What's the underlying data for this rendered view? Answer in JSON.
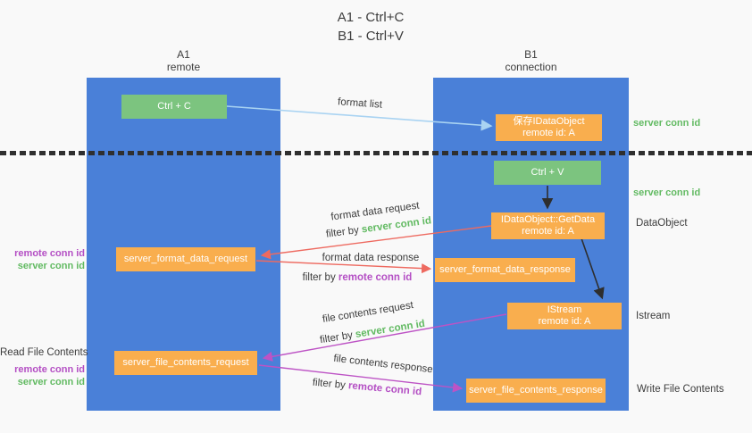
{
  "title": {
    "line1": "A1 - Ctrl+C",
    "line2": "B1 - Ctrl+V"
  },
  "lanes": {
    "left": {
      "title": "A1",
      "subtitle": "remote"
    },
    "right": {
      "title": "B1",
      "subtitle": "connection"
    }
  },
  "boxes": {
    "ctrl_c": {
      "label": "Ctrl + C"
    },
    "ctrl_v": {
      "label": "Ctrl + V"
    },
    "save_dataobject": {
      "line1": "保存IDataObject",
      "line2": "remote id: A"
    },
    "getdata": {
      "line1": "IDataObject::GetData",
      "line2": "remote id: A"
    },
    "istream": {
      "line1": "IStream",
      "line2": "remote id: A"
    },
    "format_request": {
      "label": "server_format_data_request"
    },
    "format_response": {
      "label": "server_format_data_response"
    },
    "file_request": {
      "label": "server_file_contents_request"
    },
    "file_response": {
      "label": "server_file_contents_response"
    }
  },
  "arrow_labels": {
    "format_list": "format list",
    "format_data_request": "format data request",
    "format_request_filter": {
      "prefix": "filter by ",
      "keyword": "server conn id"
    },
    "format_data_response": "format data response",
    "format_response_filter": {
      "prefix": "filter by ",
      "keyword": "remote conn id"
    },
    "file_contents_request": "file contents request",
    "file_request_filter": {
      "prefix": "filter by ",
      "keyword": "server conn id"
    },
    "file_contents_response": "file contents response",
    "file_response_filter": {
      "prefix": "filter by ",
      "keyword": "remote conn id"
    }
  },
  "side_labels": {
    "right": {
      "server_conn_id_top": "server conn id",
      "server_conn_id_mid": "server conn id",
      "dataobject": "DataObject",
      "istream": "Istream",
      "write_file_contents": "Write File Contents"
    },
    "left": {
      "remote_conn_id_1": "remote conn id",
      "server_conn_id_1": "server conn id",
      "read_file_contents": "Read File Contents",
      "remote_conn_id_2": "remote conn id",
      "server_conn_id_2": "server conn id"
    }
  },
  "colors": {
    "lane_blue": "#4a80d8",
    "box_orange": "#f9ae4e",
    "box_green": "#7cc47f",
    "text_green": "#62ba62",
    "text_purple": "#b44fc4",
    "arrow_red": "#ee6a60",
    "arrow_magenta": "#bd53c5",
    "arrow_lightblue": "#a9d3f2",
    "arrow_black": "#2e2e2e",
    "ink": "#3c3c3c",
    "background": "#f9f9f9"
  }
}
